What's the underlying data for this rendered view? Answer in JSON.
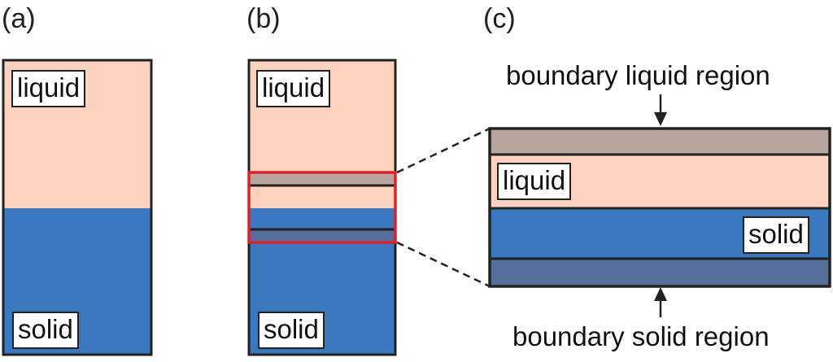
{
  "panels": {
    "a": {
      "label": "(a)",
      "top_tag": "liquid",
      "bottom_tag": "solid"
    },
    "b": {
      "label": "(b)",
      "top_tag": "liquid",
      "bottom_tag": "solid"
    },
    "c": {
      "label": "(c)",
      "liquid_tag": "liquid",
      "solid_tag": "solid",
      "top_caption": "boundary liquid region",
      "bottom_caption": "boundary solid region"
    }
  },
  "colors": {
    "liquid": "#fdd3c0",
    "solid": "#3a79bf",
    "boundary_liquid": "#b8a59d",
    "boundary_solid": "#566e9b",
    "outline": "#222222",
    "highlight": "#e0202a"
  }
}
